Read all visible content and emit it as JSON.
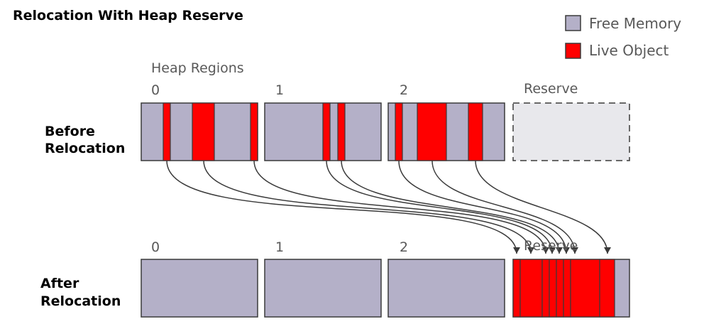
{
  "title": "Relocation With Heap Reserve",
  "heap_regions_label": "Heap Regions",
  "reserve_label": "Reserve",
  "rows": {
    "before": [
      "Before",
      "Relocation"
    ],
    "after": [
      "After",
      "Relocation"
    ]
  },
  "region_numbers": [
    "0",
    "1",
    "2"
  ],
  "legend": [
    {
      "label": "Free Memory",
      "color": "#b4b0c8"
    },
    {
      "label": "Live Object",
      "color": "#ff0000"
    }
  ],
  "colors": {
    "free": "#b4b0c8",
    "live": "#ff0000",
    "reserve_empty": "#e8e8ec",
    "stroke": "#3a3a3a",
    "arrow": "#3a3a3a"
  }
}
